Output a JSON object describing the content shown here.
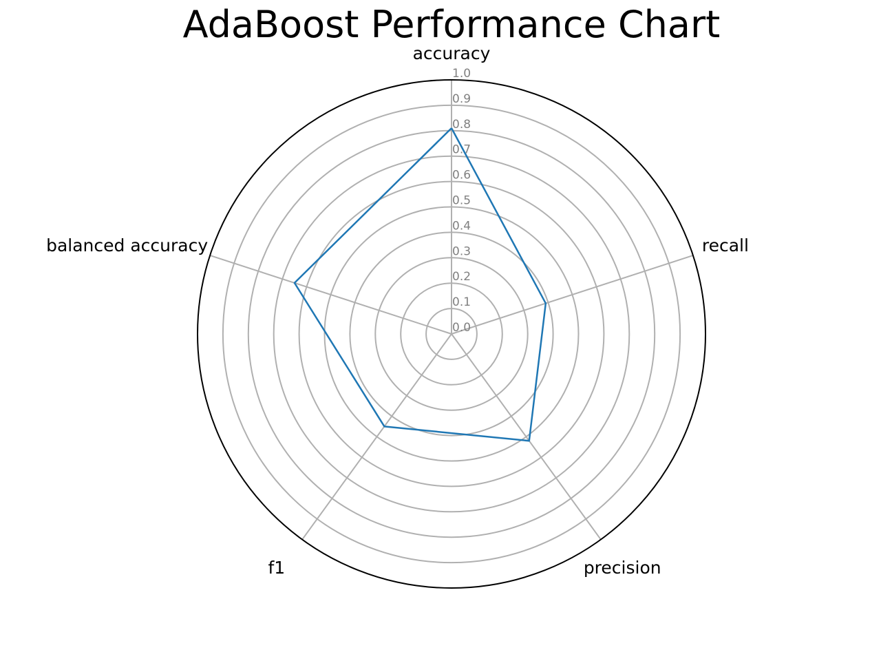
{
  "chart_data": {
    "type": "radar",
    "title": "AdaBoost Performance Chart",
    "axes": [
      "accuracy",
      "recall",
      "precision",
      "f1",
      "balanced accuracy"
    ],
    "series": [
      {
        "values": [
          0.81,
          0.39,
          0.52,
          0.45,
          0.65
        ]
      }
    ],
    "rlim": [
      0,
      1.0
    ],
    "r_ticks": [
      "0.0",
      "0.1",
      "0.2",
      "0.3",
      "0.4",
      "0.5",
      "0.6",
      "0.7",
      "0.8",
      "0.9",
      "1.0"
    ],
    "grid": true,
    "colors": {
      "series": "#1f77b4",
      "grid": "#b0b0b0",
      "outer_ring": "#000000",
      "tick_text": "#808080"
    }
  }
}
